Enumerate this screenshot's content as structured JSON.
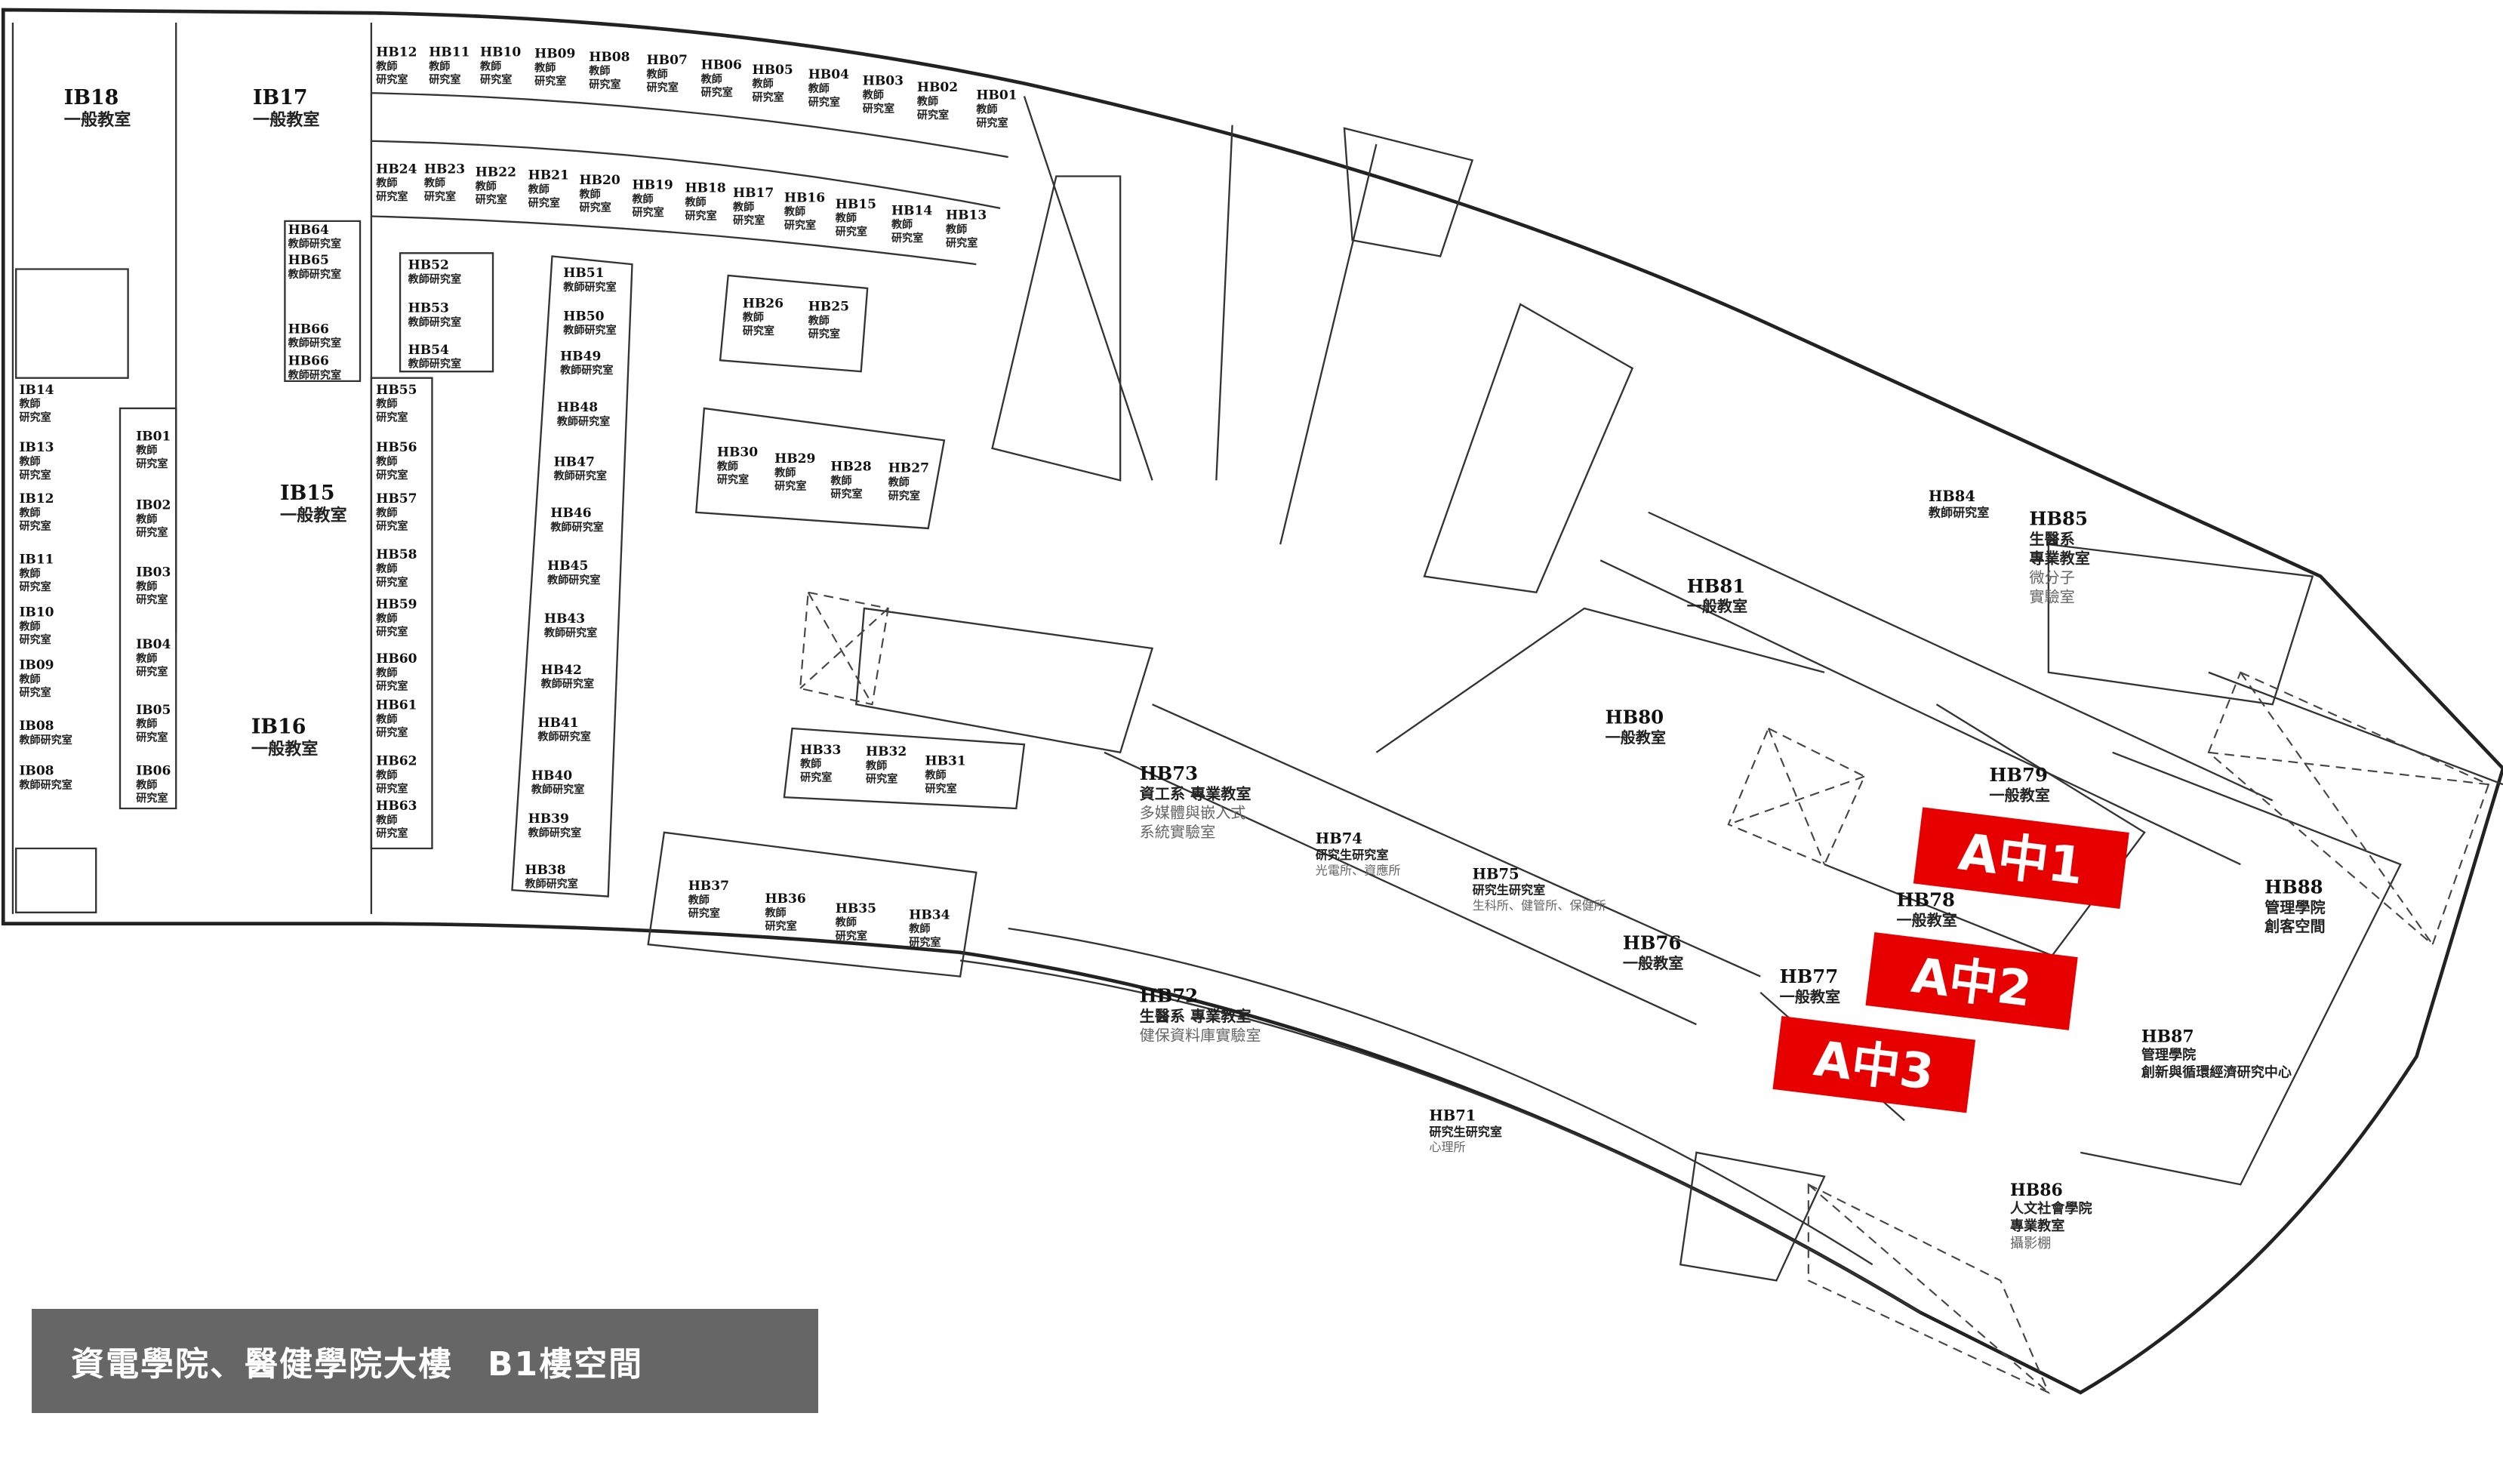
{
  "title": "資電學院、醫健學院大樓　B1樓空間",
  "colors": {
    "tag": "#e60000",
    "title_bg": "#666666",
    "wall": "#222222"
  },
  "rooms": [
    {
      "id": "IB18",
      "lines": [
        "一般教室"
      ]
    },
    {
      "id": "IB17",
      "lines": [
        "一般教室"
      ]
    },
    {
      "id": "HB12",
      "lines": [
        "教師",
        "研究室"
      ]
    },
    {
      "id": "HB11",
      "lines": [
        "教師",
        "研究室"
      ]
    },
    {
      "id": "HB10",
      "lines": [
        "教師",
        "研究室"
      ]
    },
    {
      "id": "HB09",
      "lines": [
        "教師",
        "研究室"
      ]
    },
    {
      "id": "HB08",
      "lines": [
        "教師",
        "研究室"
      ]
    },
    {
      "id": "HB07",
      "lines": [
        "教師",
        "研究室"
      ]
    },
    {
      "id": "HB06",
      "lines": [
        "教師",
        "研究室"
      ]
    },
    {
      "id": "HB05",
      "lines": [
        "教師",
        "研究室"
      ]
    },
    {
      "id": "HB04",
      "lines": [
        "教師",
        "研究室"
      ]
    },
    {
      "id": "HB03",
      "lines": [
        "教師",
        "研究室"
      ]
    },
    {
      "id": "HB02",
      "lines": [
        "教師",
        "研究室"
      ]
    },
    {
      "id": "HB01",
      "lines": [
        "教師",
        "研究室"
      ]
    },
    {
      "id": "HB24",
      "lines": [
        "教師",
        "研究室"
      ]
    },
    {
      "id": "HB23",
      "lines": [
        "教師",
        "研究室"
      ]
    },
    {
      "id": "HB22",
      "lines": [
        "教師",
        "研究室"
      ]
    },
    {
      "id": "HB21",
      "lines": [
        "教師",
        "研究室"
      ]
    },
    {
      "id": "HB20",
      "lines": [
        "教師",
        "研究室"
      ]
    },
    {
      "id": "HB19",
      "lines": [
        "教師",
        "研究室"
      ]
    },
    {
      "id": "HB18",
      "lines": [
        "教師",
        "研究室"
      ]
    },
    {
      "id": "HB17",
      "lines": [
        "教師",
        "研究室"
      ]
    },
    {
      "id": "HB16",
      "lines": [
        "教師",
        "研究室"
      ]
    },
    {
      "id": "HB15",
      "lines": [
        "教師",
        "研究室"
      ]
    },
    {
      "id": "HB14",
      "lines": [
        "教師",
        "研究室"
      ]
    },
    {
      "id": "HB13",
      "lines": [
        "教師",
        "研究室"
      ]
    },
    {
      "id": "HB64",
      "lines": [
        "教師研究室"
      ]
    },
    {
      "id": "HB65",
      "lines": [
        "教師研究室"
      ]
    },
    {
      "id": "HB66",
      "lines": [
        "教師研究室"
      ]
    },
    {
      "id": "HB66",
      "lines": [
        "教師研究室"
      ]
    },
    {
      "id": "HB52",
      "lines": [
        "教師研究室"
      ]
    },
    {
      "id": "HB53",
      "lines": [
        "教師研究室"
      ]
    },
    {
      "id": "HB54",
      "lines": [
        "教師研究室"
      ]
    },
    {
      "id": "IB14",
      "lines": [
        "教師",
        "研究室"
      ]
    },
    {
      "id": "IB13",
      "lines": [
        "教師",
        "研究室"
      ]
    },
    {
      "id": "IB12",
      "lines": [
        "教師",
        "研究室"
      ]
    },
    {
      "id": "IB11",
      "lines": [
        "教師",
        "研究室"
      ]
    },
    {
      "id": "IB10",
      "lines": [
        "教師",
        "研究室"
      ]
    },
    {
      "id": "IB09",
      "lines": [
        "教師",
        "研究室"
      ]
    },
    {
      "id": "IB08",
      "lines": [
        "教師研究室"
      ]
    },
    {
      "id": "IB08",
      "lines": [
        "教師研究室"
      ]
    },
    {
      "id": "IB01",
      "lines": [
        "教師",
        "研究室"
      ]
    },
    {
      "id": "IB02",
      "lines": [
        "教師",
        "研究室"
      ]
    },
    {
      "id": "IB03",
      "lines": [
        "教師",
        "研究室"
      ]
    },
    {
      "id": "IB04",
      "lines": [
        "教師",
        "研究室"
      ]
    },
    {
      "id": "IB05",
      "lines": [
        "教師",
        "研究室"
      ]
    },
    {
      "id": "IB06",
      "lines": [
        "教師",
        "研究室"
      ]
    },
    {
      "id": "IB15",
      "lines": [
        "一般教室"
      ]
    },
    {
      "id": "IB16",
      "lines": [
        "一般教室"
      ]
    },
    {
      "id": "HB55",
      "lines": [
        "教師",
        "研究室"
      ]
    },
    {
      "id": "HB56",
      "lines": [
        "教師",
        "研究室"
      ]
    },
    {
      "id": "HB57",
      "lines": [
        "教師",
        "研究室"
      ]
    },
    {
      "id": "HB58",
      "lines": [
        "教師",
        "研究室"
      ]
    },
    {
      "id": "HB59",
      "lines": [
        "教師",
        "研究室"
      ]
    },
    {
      "id": "HB60",
      "lines": [
        "教師",
        "研究室"
      ]
    },
    {
      "id": "HB61",
      "lines": [
        "教師",
        "研究室"
      ]
    },
    {
      "id": "HB62",
      "lines": [
        "教師",
        "研究室"
      ]
    },
    {
      "id": "HB63",
      "lines": [
        "教師",
        "研究室"
      ]
    },
    {
      "id": "HB51",
      "lines": [
        "教師研究室"
      ]
    },
    {
      "id": "HB50",
      "lines": [
        "教師研究室"
      ]
    },
    {
      "id": "HB49",
      "lines": [
        "教師研究室"
      ]
    },
    {
      "id": "HB48",
      "lines": [
        "教師研究室"
      ]
    },
    {
      "id": "HB47",
      "lines": [
        "教師研究室"
      ]
    },
    {
      "id": "HB46",
      "lines": [
        "教師研究室"
      ]
    },
    {
      "id": "HB45",
      "lines": [
        "教師研究室"
      ]
    },
    {
      "id": "HB43",
      "lines": [
        "教師研究室"
      ]
    },
    {
      "id": "HB42",
      "lines": [
        "教師研究室"
      ]
    },
    {
      "id": "HB41",
      "lines": [
        "教師研究室"
      ]
    },
    {
      "id": "HB40",
      "lines": [
        "教師研究室"
      ]
    },
    {
      "id": "HB39",
      "lines": [
        "教師研究室"
      ]
    },
    {
      "id": "HB38",
      "lines": [
        "教師研究室"
      ]
    },
    {
      "id": "HB26",
      "lines": [
        "教師",
        "研究室"
      ]
    },
    {
      "id": "HB25",
      "lines": [
        "教師",
        "研究室"
      ]
    },
    {
      "id": "HB30",
      "lines": [
        "教師",
        "研究室"
      ]
    },
    {
      "id": "HB29",
      "lines": [
        "教師",
        "研究室"
      ]
    },
    {
      "id": "HB28",
      "lines": [
        "教師",
        "研究室"
      ]
    },
    {
      "id": "HB27",
      "lines": [
        "教師",
        "研究室"
      ]
    },
    {
      "id": "HB33",
      "lines": [
        "教師",
        "研究室"
      ]
    },
    {
      "id": "HB32",
      "lines": [
        "教師",
        "研究室"
      ]
    },
    {
      "id": "HB31",
      "lines": [
        "教師",
        "研究室"
      ]
    },
    {
      "id": "HB37",
      "lines": [
        "教師",
        "研究室"
      ]
    },
    {
      "id": "HB36",
      "lines": [
        "教師",
        "研究室"
      ]
    },
    {
      "id": "HB35",
      "lines": [
        "教師",
        "研究室"
      ]
    },
    {
      "id": "HB34",
      "lines": [
        "教師",
        "研究室"
      ]
    },
    {
      "id": "HB73",
      "lines": [
        "資工系 專業教室"
      ],
      "sub": [
        "多媒體與嵌入式",
        "系統實驗室"
      ]
    },
    {
      "id": "HB74",
      "lines": [
        "研究生研究室"
      ],
      "sub": [
        "光電所、資應所"
      ]
    },
    {
      "id": "HB75",
      "lines": [
        "研究生研究室"
      ],
      "sub": [
        "生科所、健管所、保健所"
      ]
    },
    {
      "id": "HB76",
      "lines": [
        "一般教室"
      ]
    },
    {
      "id": "HB72",
      "lines": [
        "生醫系 專業教室"
      ],
      "sub": [
        "健保資料庫實驗室"
      ]
    },
    {
      "id": "HB71",
      "lines": [
        "研究生研究室"
      ],
      "sub": [
        "心理所"
      ]
    },
    {
      "id": "HB80",
      "lines": [
        "一般教室"
      ]
    },
    {
      "id": "HB81",
      "lines": [
        "一般教室"
      ]
    },
    {
      "id": "HB84",
      "lines": [
        "教師研究室"
      ]
    },
    {
      "id": "HB85",
      "lines": [
        "生醫系",
        "專業教室"
      ],
      "sub": [
        "微分子",
        "實驗室"
      ]
    },
    {
      "id": "HB79",
      "lines": [
        "一般教室"
      ]
    },
    {
      "id": "HB78",
      "lines": [
        "一般教室"
      ]
    },
    {
      "id": "HB77",
      "lines": [
        "一般教室"
      ]
    },
    {
      "id": "HB88",
      "lines": [
        "管理學院",
        "創客空間"
      ]
    },
    {
      "id": "HB87",
      "lines": [
        "管理學院",
        "創新與循環經濟研究中心"
      ]
    },
    {
      "id": "HB86",
      "lines": [
        "人文社會學院",
        "專業教室"
      ],
      "sub": [
        "攝影棚"
      ]
    }
  ],
  "tags": [
    "A中1",
    "A中2",
    "A中3"
  ]
}
